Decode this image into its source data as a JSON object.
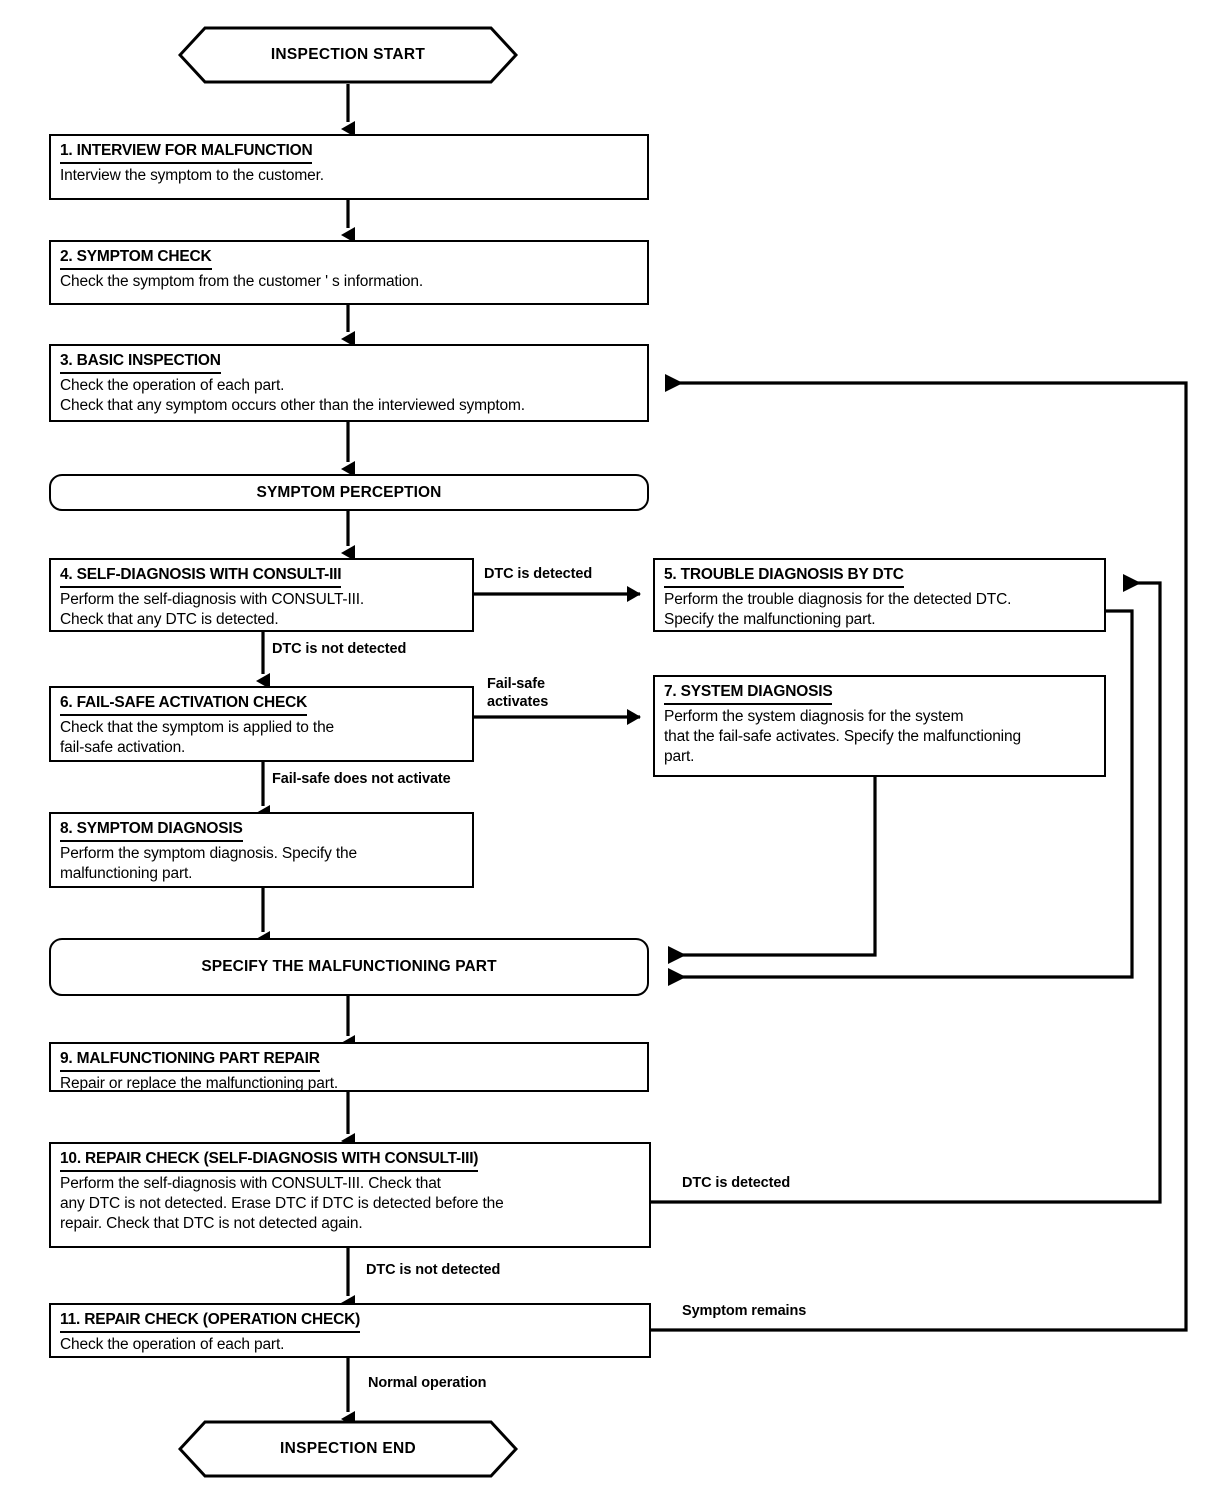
{
  "diagram": {
    "title_start": "INSPECTION START",
    "title_end": "INSPECTION END",
    "terminal_symptom_perception": "SYMPTOM PERCEPTION",
    "terminal_specify_part": "SPECIFY THE MALFUNCTIONING PART",
    "steps": [
      {
        "id": "step1",
        "title": "1. INTERVIEW FOR MALFUNCTION",
        "body": "Interview the symptom to the customer."
      },
      {
        "id": "step2",
        "title": "2. SYMPTOM CHECK",
        "body": "Check the symptom from the customer ' s information."
      },
      {
        "id": "step3",
        "title": "3. BASIC INSPECTION",
        "body": "Check the operation of each part.\nCheck that any symptom occurs other than the interviewed symptom."
      },
      {
        "id": "step4",
        "title": "4. SELF-DIAGNOSIS WITH CONSULT-III",
        "body": "Perform the self-diagnosis with CONSULT-III.\nCheck that any DTC is detected."
      },
      {
        "id": "step5",
        "title": "5. TROUBLE DIAGNOSIS BY DTC",
        "body": "Perform the trouble diagnosis for the detected DTC.\nSpecify the malfunctioning part."
      },
      {
        "id": "step6",
        "title": "6. FAIL-SAFE ACTIVATION CHECK",
        "body": "Check that the symptom is applied to the\nfail-safe activation."
      },
      {
        "id": "step7",
        "title": "7. SYSTEM DIAGNOSIS",
        "body": "Perform the system diagnosis for the system\nthat the fail-safe activates. Specify the malfunctioning\npart."
      },
      {
        "id": "step8",
        "title": "8. SYMPTOM DIAGNOSIS",
        "body": "Perform the symptom diagnosis. Specify the\nmalfunctioning part."
      },
      {
        "id": "step9",
        "title": "9. MALFUNCTIONING PART REPAIR",
        "body": "Repair or replace the malfunctioning part."
      },
      {
        "id": "step10",
        "title": "10. REPAIR CHECK (SELF-DIAGNOSIS WITH CONSULT-III)",
        "body": "Perform the self-diagnosis with CONSULT-III. Check that\nany DTC is not detected. Erase DTC if DTC is detected before the\nrepair. Check that DTC is not detected again."
      },
      {
        "id": "step11",
        "title": "11. REPAIR CHECK (OPERATION CHECK)",
        "body": "Check the operation of each part."
      }
    ],
    "edge_labels": {
      "dtc_detected_4": "DTC is detected",
      "dtc_not_detected_4": "DTC is not detected",
      "fail_safe_activates": "Fail-safe\nactivates",
      "fail_safe_not_activate": "Fail-safe does not activate",
      "dtc_detected_10": "DTC is detected",
      "dtc_not_detected_10": "DTC is not detected",
      "symptom_remains": "Symptom remains",
      "normal_operation": "Normal operation"
    },
    "colors": {
      "line": "#000000",
      "background": "#ffffff",
      "text": "#000000"
    }
  }
}
